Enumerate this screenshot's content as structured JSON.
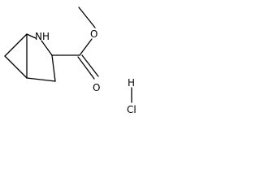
{
  "molecule": {
    "atom_labels": {
      "amine": "NH",
      "ester_oxygen": "O",
      "carbonyl_oxygen": "O",
      "hydrogen": "H",
      "chlorine": "Cl"
    },
    "bond_color": "#000000",
    "background_color": "#ffffff"
  }
}
